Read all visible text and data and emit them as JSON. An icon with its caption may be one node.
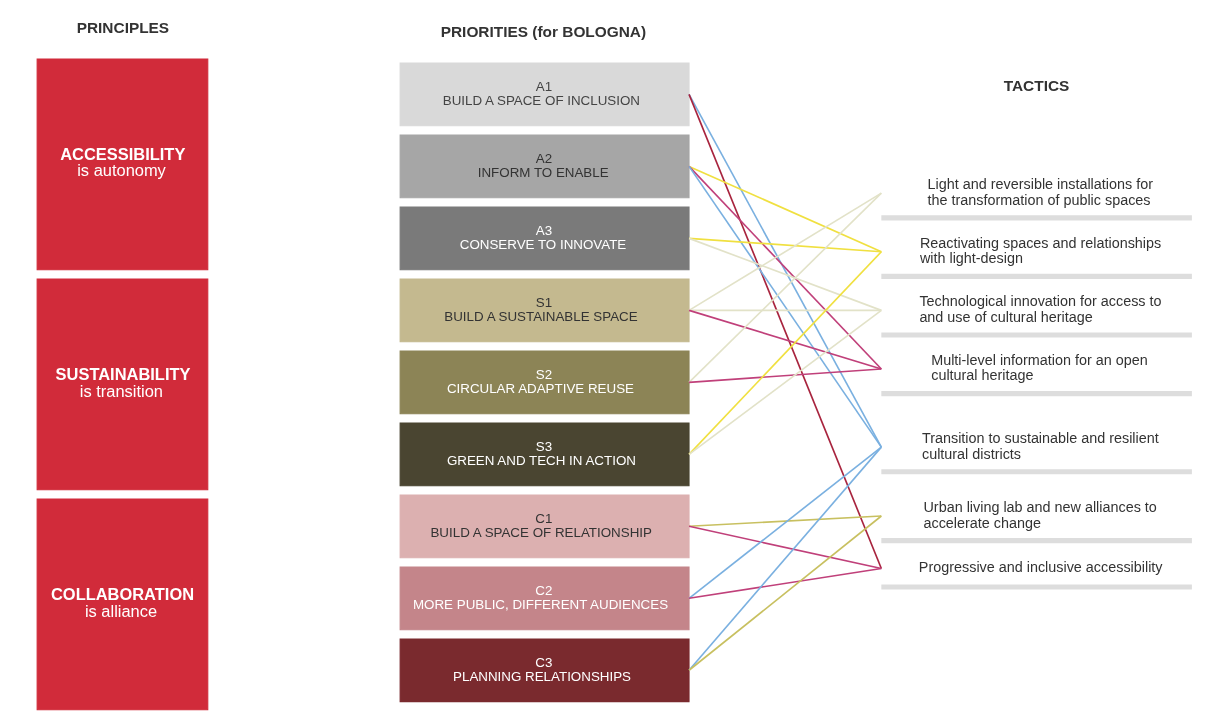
{
  "diagram": {
    "nodes": [
      {
        "text": [
          "ACCESSIBILITY",
          "is autonomy"
        ]
      },
      {
        "text": [
          "SUSTAINABILITY",
          "is transition"
        ]
      },
      {
        "text": [
          "COLLABORATION",
          "is alliance"
        ]
      },
      {
        "text": [
          "A1",
          "BUILD A SPACE OF INCLUSION"
        ]
      },
      {
        "text": [
          "A2",
          "INFORM TO ENABLE"
        ]
      },
      {
        "text": [
          "A3",
          "CONSERVE TO INNOVATE"
        ]
      },
      {
        "text": [
          "S1",
          "BUILD A SUSTAINABLE SPACE"
        ]
      },
      {
        "text": [
          "S2",
          "CIRCULAR ADAPTIVE REUSE"
        ]
      },
      {
        "text": [
          "S3",
          "GREEN AND TECH IN ACTION"
        ]
      },
      {
        "text": [
          "C1",
          "BUILD A SPACE OF RELATIONSHIP"
        ]
      },
      {
        "text": [
          "C2",
          "MORE PUBLIC, DIFFERENT AUDIENCES"
        ]
      },
      {
        "text": [
          "C3",
          "PLANNING RELATIONSHIPS"
        ]
      },
      {
        "text": [
          "Light and reversible installations for the transformation of public spaces"
        ]
      },
      {
        "text": [
          "Reactivating spaces and relationships with light-design"
        ]
      },
      {
        "text": [
          "Technological innovation for access to and use of cultural heritage"
        ]
      },
      {
        "text": [
          "Multi-level information for an open cultural heritage"
        ]
      },
      {
        "text": [
          "Transition to sustainable and resilient cultural districts"
        ]
      },
      {
        "text": [
          "Urban living lab and new alliances to accelerate change"
        ]
      },
      {
        "text": [
          "Progressive and inclusive accessibility"
        ]
      }
    ],
    "edges": [
      {
        "from": 3,
        "to": 18,
        "arrow": "none",
        "color": "#a8243e"
      },
      {
        "from": 3,
        "to": 16,
        "arrow": "none",
        "color": "#7ab0e0"
      },
      {
        "from": 4,
        "to": 13,
        "arrow": "none",
        "color": "#f0e040"
      },
      {
        "from": 4,
        "to": 15,
        "arrow": "none",
        "color": "#c0407a"
      },
      {
        "from": 4,
        "to": 16,
        "arrow": "none",
        "color": "#7ab0e0"
      },
      {
        "from": 5,
        "to": 13,
        "arrow": "none",
        "color": "#f0e040"
      },
      {
        "from": 5,
        "to": 14,
        "arrow": "none",
        "color": "#e2e2c8"
      },
      {
        "from": 6,
        "to": 12,
        "arrow": "none",
        "color": "#e2e2c8"
      },
      {
        "from": 6,
        "to": 14,
        "arrow": "none",
        "color": "#e2e2c8"
      },
      {
        "from": 6,
        "to": 15,
        "arrow": "none",
        "color": "#c0407a"
      },
      {
        "from": 7,
        "to": 12,
        "arrow": "none",
        "color": "#e2e2c8"
      },
      {
        "from": 7,
        "to": 15,
        "arrow": "none",
        "color": "#c0407a"
      },
      {
        "from": 8,
        "to": 13,
        "arrow": "none",
        "color": "#f0e040"
      },
      {
        "from": 8,
        "to": 14,
        "arrow": "none",
        "color": "#e2e2c8"
      },
      {
        "from": 9,
        "to": 17,
        "arrow": "none",
        "color": "#c8c060"
      },
      {
        "from": 9,
        "to": 18,
        "arrow": "none",
        "color": "#c0407a"
      },
      {
        "from": 10,
        "to": 16,
        "arrow": "none",
        "color": "#7ab0e0"
      },
      {
        "from": 10,
        "to": 18,
        "arrow": "none",
        "color": "#c0407a"
      },
      {
        "from": 11,
        "to": 16,
        "arrow": "none",
        "color": "#7ab0e0"
      },
      {
        "from": 11,
        "to": 17,
        "arrow": "none",
        "color": "#c8c060"
      }
    ],
    "labels": [
      "PRINCIPLES",
      "PRIORITIES (for BOLOGNA)",
      "TACTICS"
    ]
  }
}
